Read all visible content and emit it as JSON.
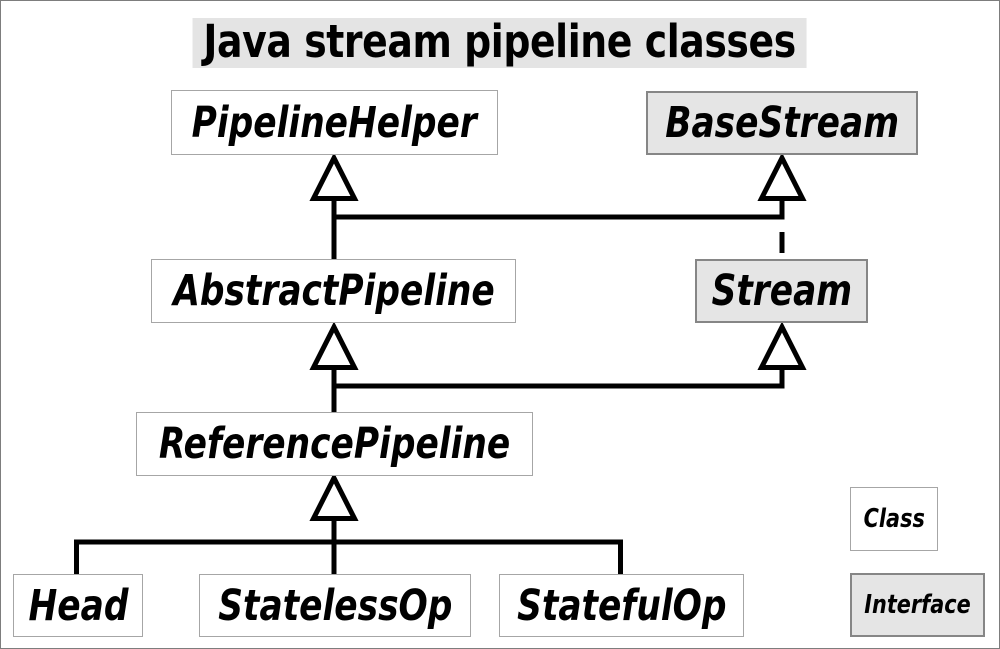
{
  "title": "Java stream pipeline classes",
  "nodes": {
    "pipelinehelper": {
      "label": "PipelineHelper",
      "kind": "class"
    },
    "basestream": {
      "label": "BaseStream",
      "kind": "interface"
    },
    "abstractpipeline": {
      "label": "AbstractPipeline",
      "kind": "class"
    },
    "stream": {
      "label": "Stream",
      "kind": "interface"
    },
    "referencepipeline": {
      "label": "ReferencePipeline",
      "kind": "class"
    },
    "head": {
      "label": "Head",
      "kind": "class"
    },
    "statelessop": {
      "label": "StatelessOp",
      "kind": "class"
    },
    "statefulop": {
      "label": "StatefulOp",
      "kind": "class"
    }
  },
  "relations": [
    {
      "from": "AbstractPipeline",
      "to": "PipelineHelper",
      "type": "generalization",
      "style": "solid"
    },
    {
      "from": "AbstractPipeline",
      "to": "BaseStream",
      "type": "generalization",
      "style": "solid"
    },
    {
      "from": "Stream",
      "to": "BaseStream",
      "type": "generalization",
      "style": "dashed"
    },
    {
      "from": "ReferencePipeline",
      "to": "AbstractPipeline",
      "type": "generalization",
      "style": "solid"
    },
    {
      "from": "ReferencePipeline",
      "to": "Stream",
      "type": "generalization",
      "style": "solid"
    },
    {
      "from": "Head",
      "to": "ReferencePipeline",
      "type": "generalization",
      "style": "solid"
    },
    {
      "from": "StatelessOp",
      "to": "ReferencePipeline",
      "type": "generalization",
      "style": "solid"
    },
    {
      "from": "StatefulOp",
      "to": "ReferencePipeline",
      "type": "generalization",
      "style": "solid"
    }
  ],
  "legend": {
    "class_label": "Class",
    "interface_label": "Interface"
  },
  "colors": {
    "class_fill": "#ffffff",
    "interface_fill": "#e5e5e5",
    "title_bg": "#e4e4e4",
    "line": "#000000",
    "border_class": "#a6a6a6",
    "border_interface": "#868686"
  }
}
